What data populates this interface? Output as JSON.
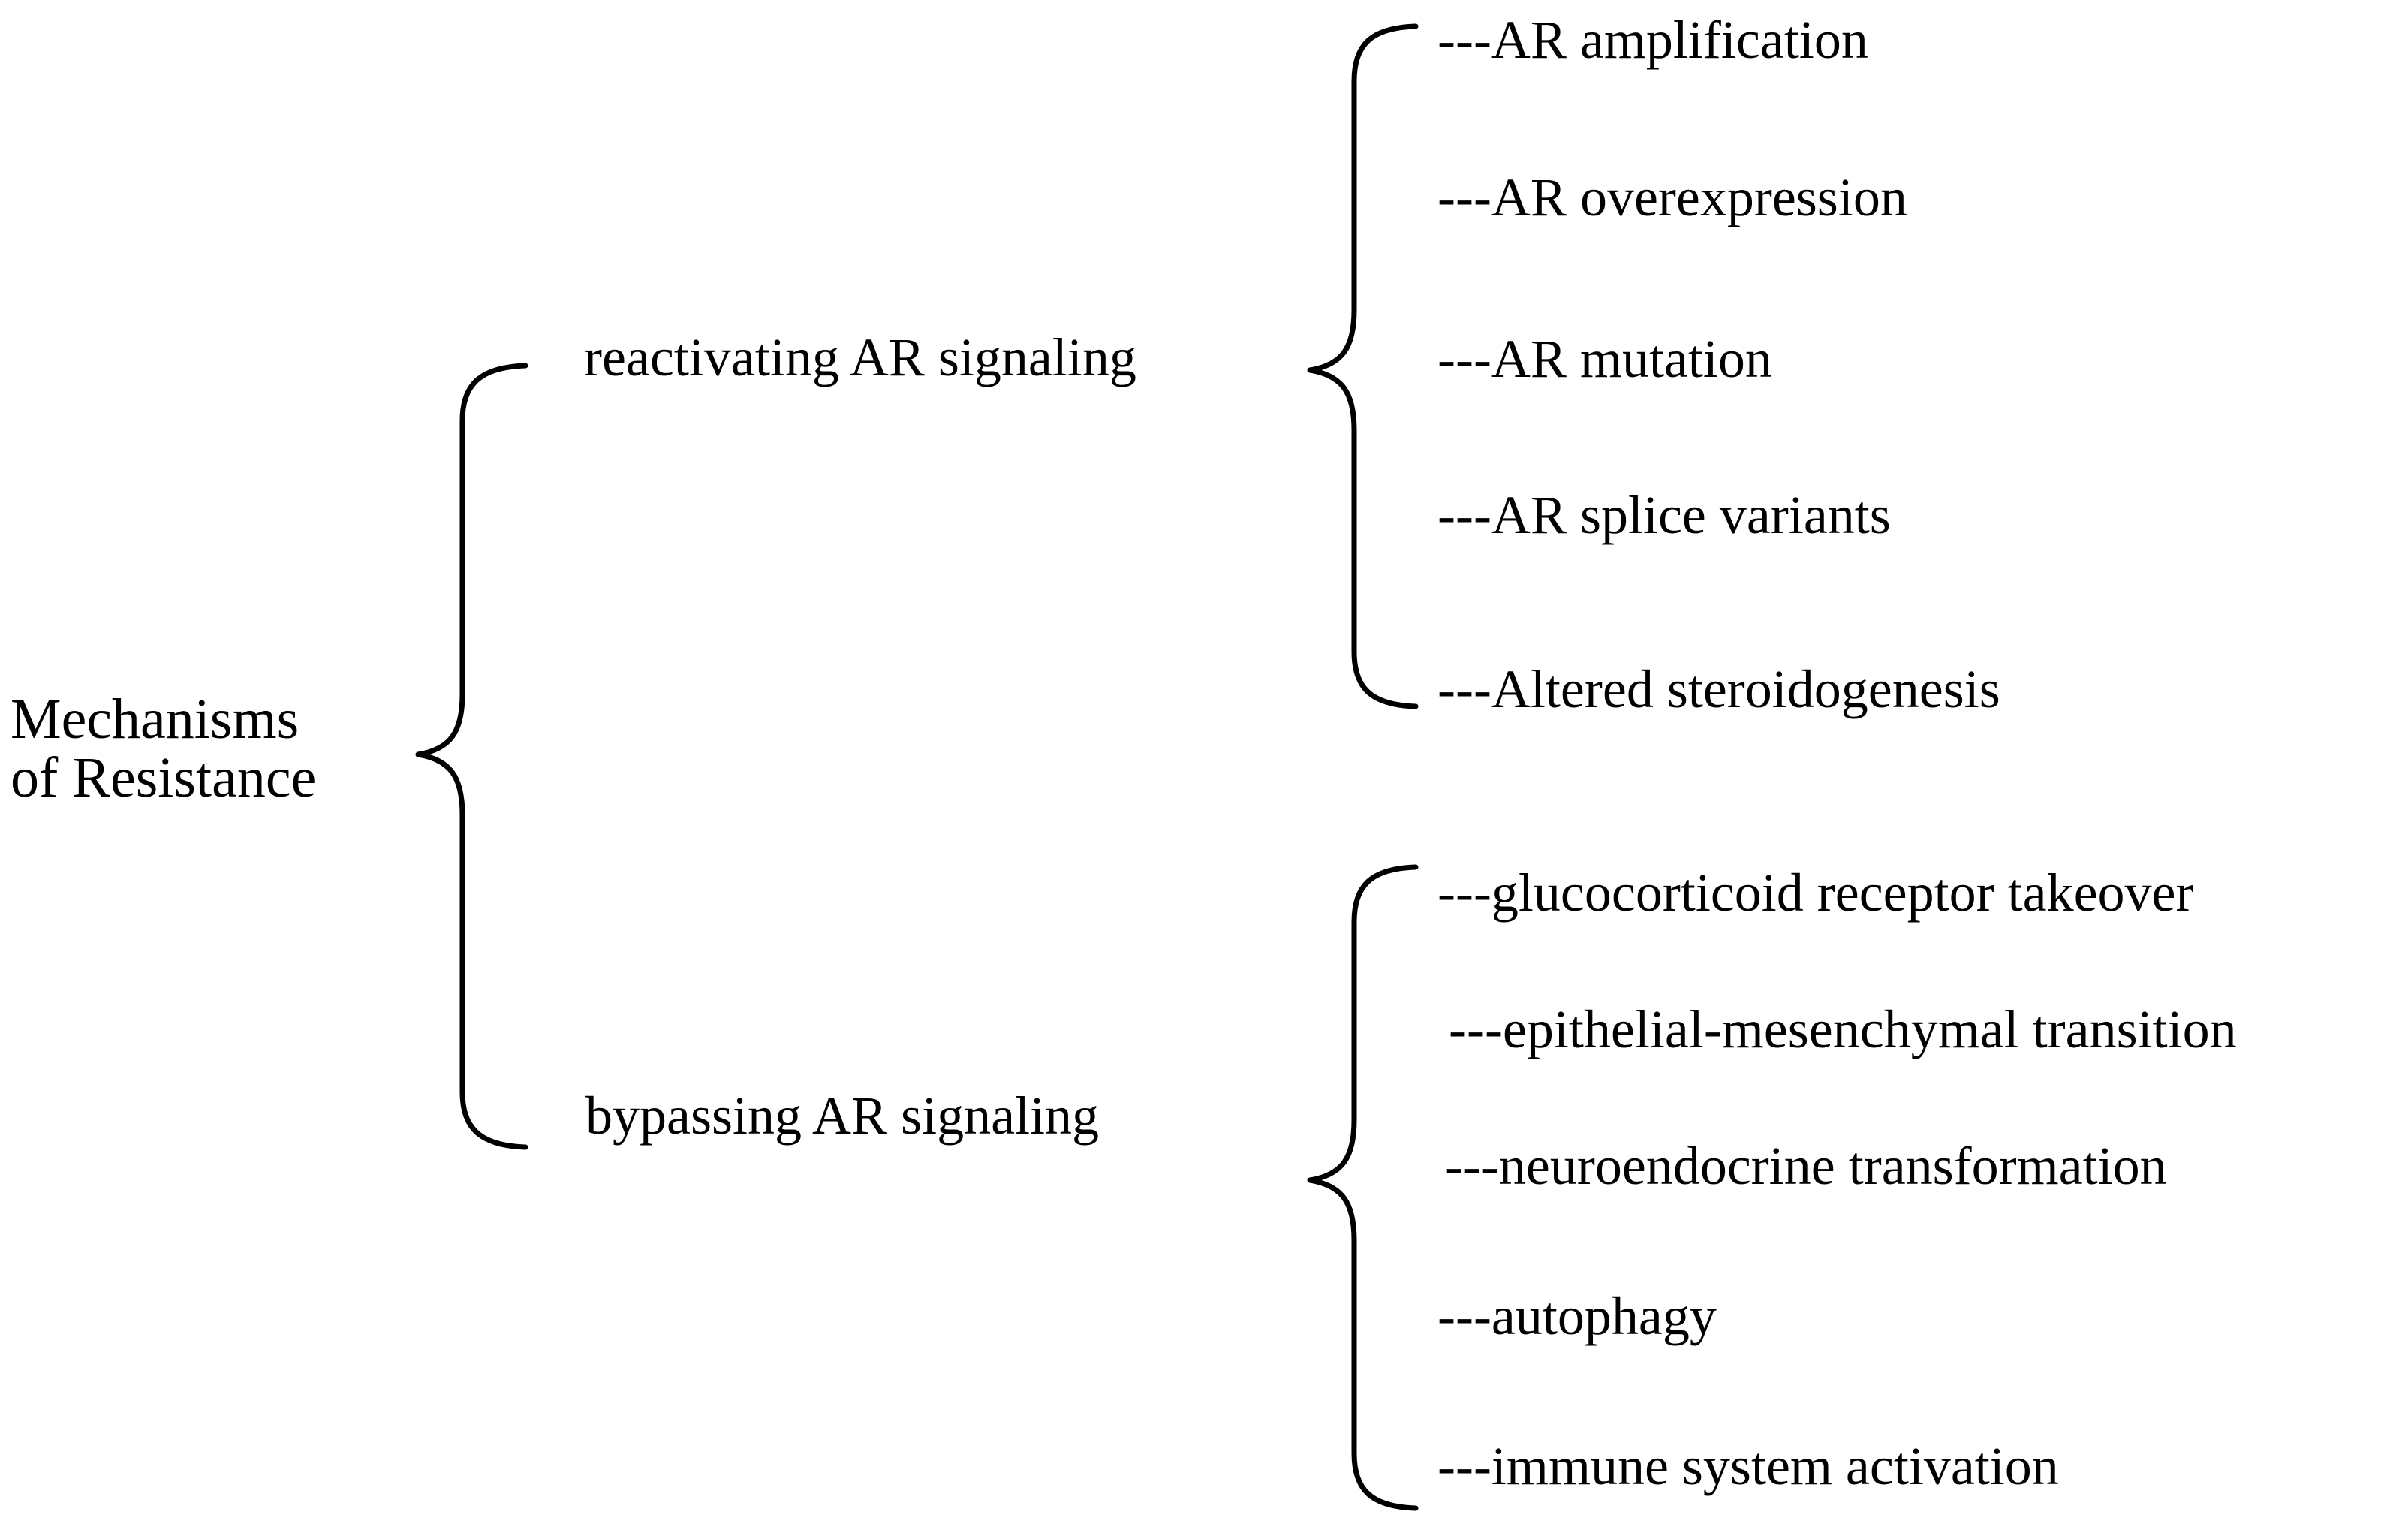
{
  "diagram": {
    "title_text": "Mechanisms of Resistance",
    "root": {
      "line1": "Mechanisms",
      "line2": "of Resistance"
    },
    "branches": [
      {
        "label": "reactivating AR signaling",
        "leaves": [
          "---AR amplification",
          "---AR overexpression",
          "---AR mutation",
          "---AR splice variants",
          "---Altered steroidogenesis"
        ]
      },
      {
        "label": "bypassing AR signaling",
        "leaves": [
          "---glucocorticoid receptor takeover",
          "---epithelial-mesenchymal transition",
          "---neuroendocrine transformation",
          "---autophagy",
          "---immune system activation"
        ]
      }
    ],
    "colors": {
      "background": "#ffffff",
      "ink": "#000000"
    }
  }
}
